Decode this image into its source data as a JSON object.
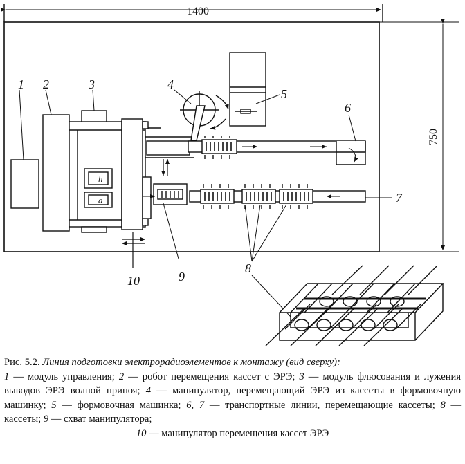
{
  "figure": {
    "dimensions": {
      "width": "1400",
      "height": "750"
    },
    "callouts": [
      "1",
      "2",
      "3",
      "4",
      "5",
      "6",
      "7",
      "8",
      "9",
      "10"
    ],
    "module_labels": {
      "display_h": "h",
      "display_a": "a"
    }
  },
  "caption": {
    "prefix": "Рис. 5.2.",
    "title": "Линия подготовки электрорадиоэлементов к монтажу (вид сверху):",
    "legend": [
      {
        "num": "1",
        "text": "модуль управления;"
      },
      {
        "num": "2",
        "text": "робот перемещения кассет с ЭРЭ;"
      },
      {
        "num": "3",
        "text": "модуль флюсования и лужения выводов ЭРЭ волной припоя;"
      },
      {
        "num": "4",
        "text": "манипулятор, перемещающий ЭРЭ из кассеты в формовочную машинку;"
      },
      {
        "num": "5",
        "text": "формовочная машинка;"
      },
      {
        "num": "6, 7",
        "text": "транспортные линии, перемещающие кассеты;"
      },
      {
        "num": "8",
        "text": "кассеты;"
      },
      {
        "num": "9",
        "text": "схват манипулятора;"
      },
      {
        "num": "10",
        "text": "манипулятор перемещения кассет ЭРЭ"
      }
    ]
  }
}
